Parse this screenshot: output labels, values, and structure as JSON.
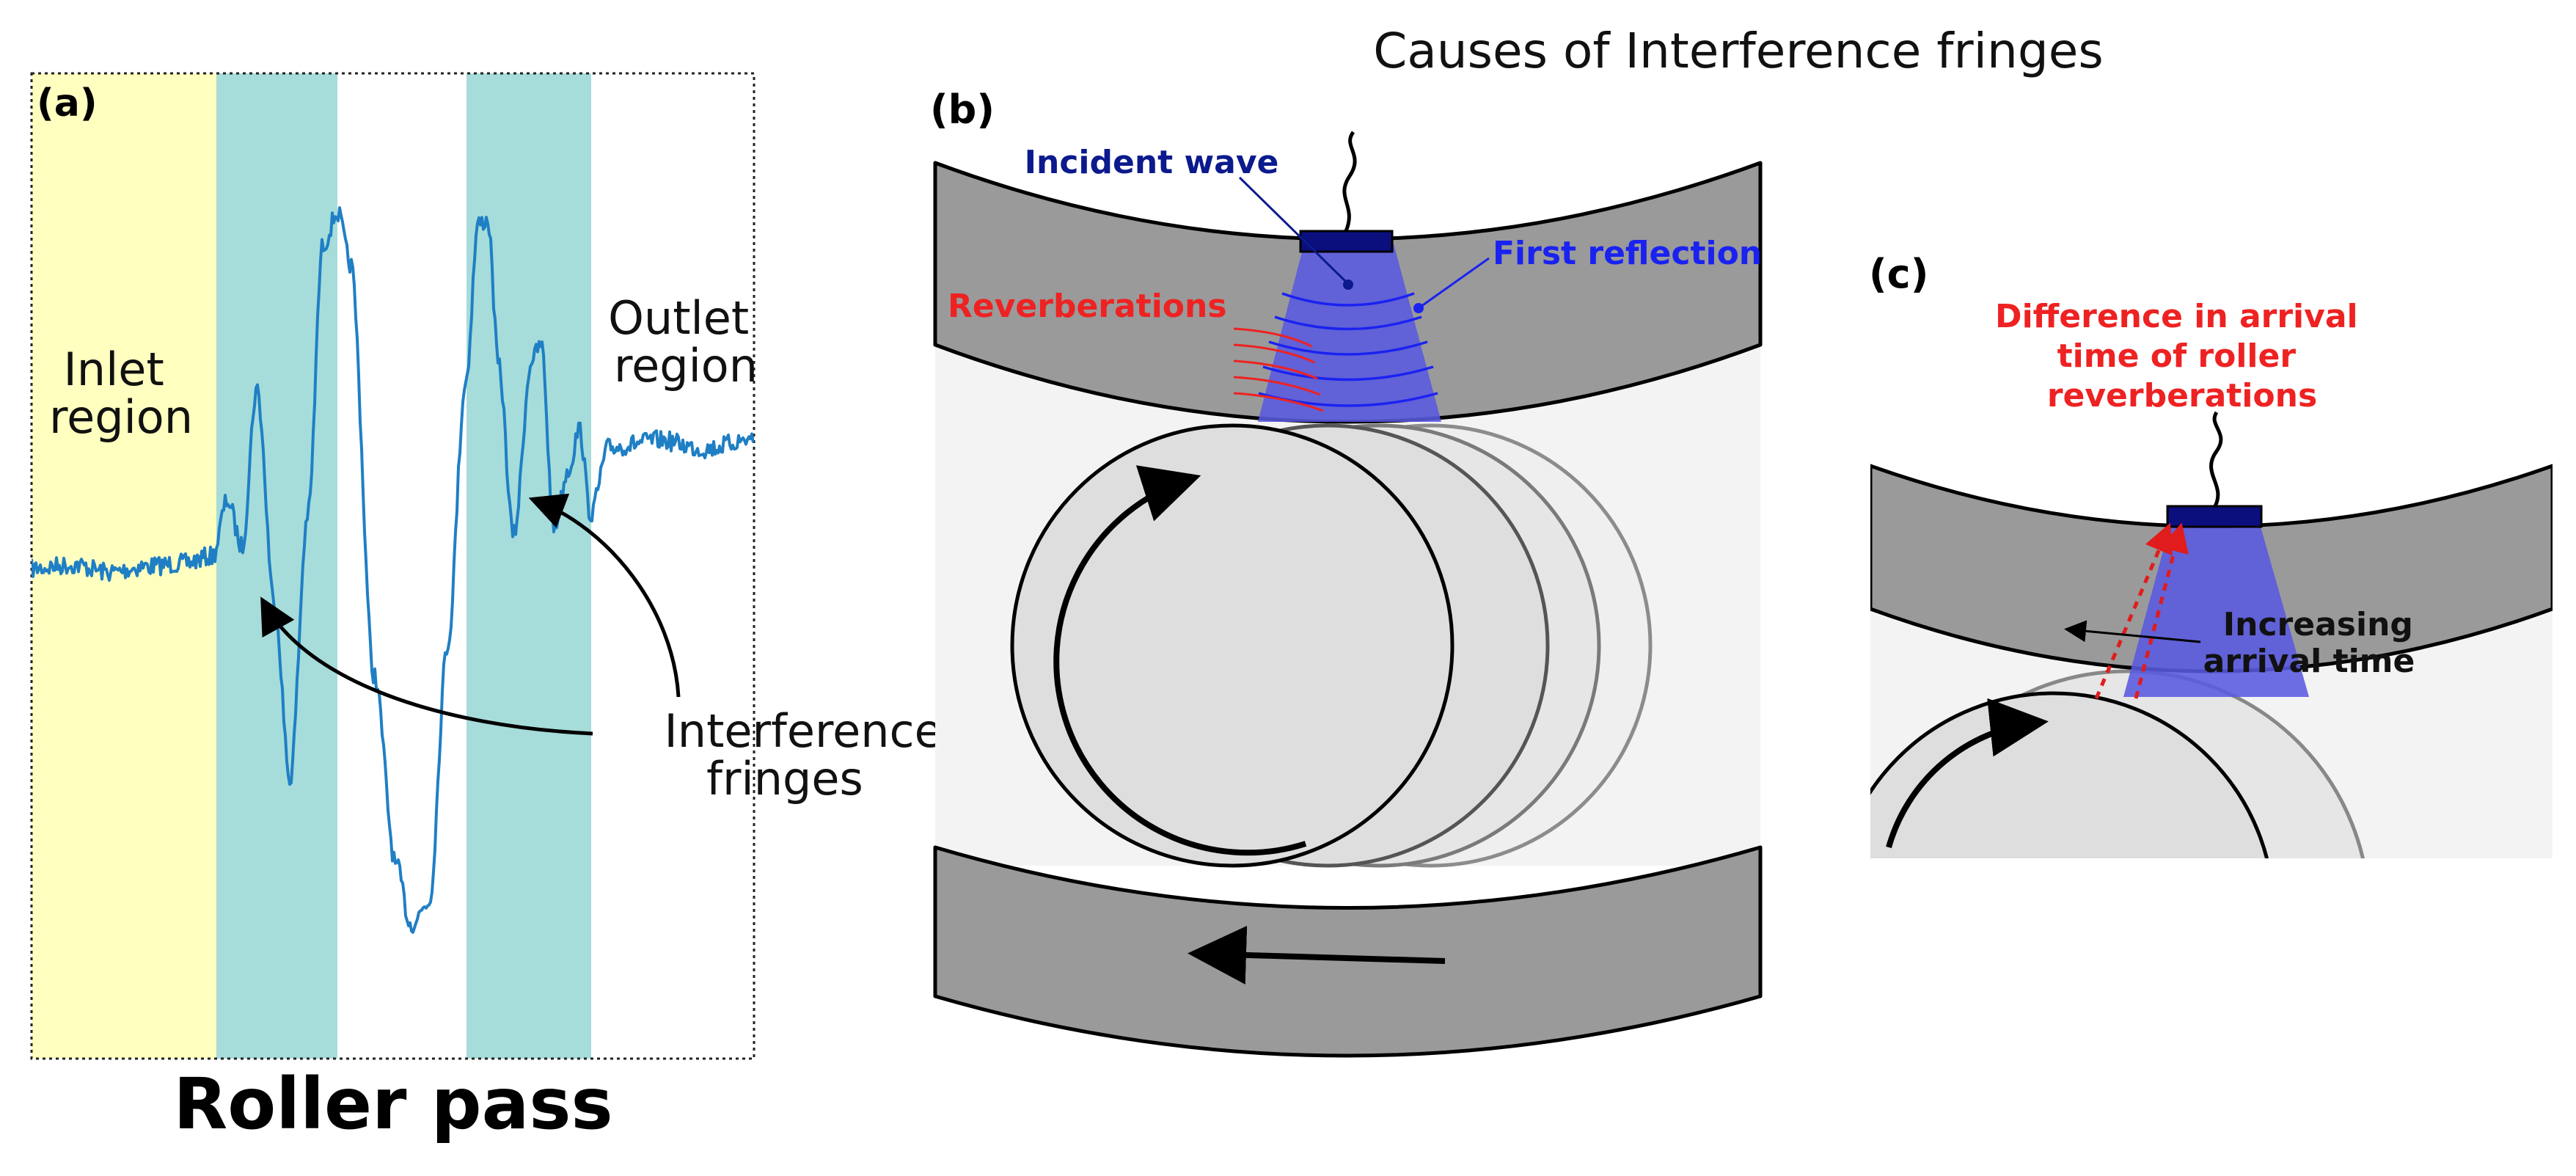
{
  "title": "Causes of Interference fringes",
  "panel_a": {
    "label": "(a)",
    "inlet_label": [
      "Inlet",
      "region"
    ],
    "outlet_label": [
      "Outlet",
      "region"
    ],
    "fringe_label": [
      "Interference",
      "fringes"
    ],
    "xlabel": "Roller pass",
    "colors": {
      "inlet": "#ffffc0",
      "fringe_band": "#a6dcda",
      "signal": "#1f7fc4"
    }
  },
  "panel_b": {
    "label": "(b)",
    "incident_wave": "Incident wave",
    "first_reflection": "First reflection",
    "reverberations": "Reverberations",
    "colors": {
      "incident": "#0b1a8c",
      "reflection": "#1a22f0",
      "reverb": "#ee2222",
      "race": "#9a9a9a",
      "beam": "#5959e0"
    }
  },
  "panel_c": {
    "label": "(c)",
    "difference": [
      "Difference in arrival",
      "time of roller",
      "reverberations"
    ],
    "increasing": [
      "Increasing",
      "arrival time"
    ]
  }
}
